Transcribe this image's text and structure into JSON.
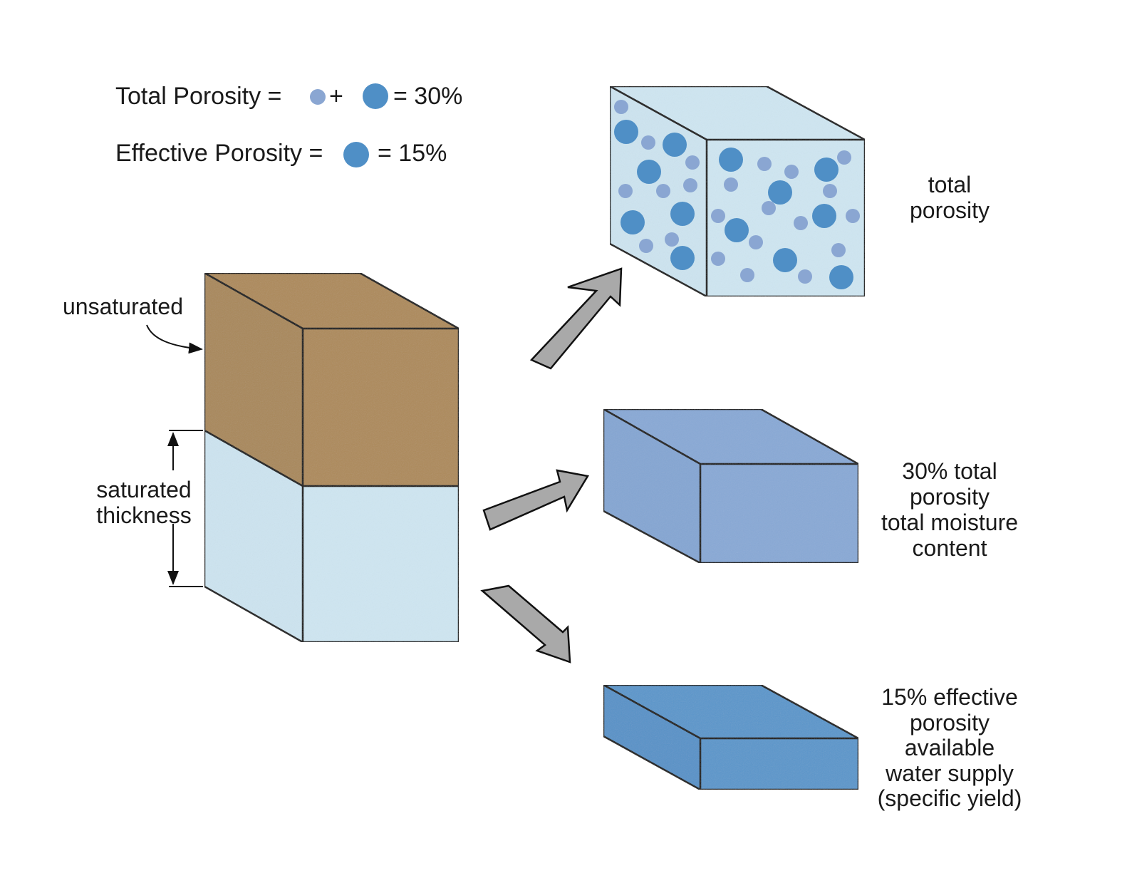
{
  "legend": {
    "total_porosity": {
      "label": "Total Porosity =",
      "plus": "+",
      "result": "= 30%",
      "symbols": [
        "small-pore-icon",
        "large-pore-icon"
      ]
    },
    "effective_porosity": {
      "label": "Effective Porosity =",
      "result": "= 15%",
      "symbols": [
        "large-pore-icon"
      ]
    }
  },
  "colors": {
    "soil_brown": "#ad8a5a",
    "water_light": "#cfe6f2",
    "small_pore": "#8aa6d2",
    "large_pore": "#4f8fc6",
    "total_moisture_block": "#86a8d6",
    "effective_block": "#5a96cb",
    "arrow_gray": "#a9a9a9",
    "outline": "#111111"
  },
  "left_block": {
    "unsaturated_label": "unsaturated",
    "saturated_label_line1": "saturated",
    "saturated_label_line2": "thickness"
  },
  "right_blocks": [
    {
      "id": "total-porosity",
      "lines": [
        "total",
        "porosity"
      ]
    },
    {
      "id": "total-moisture",
      "lines": [
        "30% total",
        "porosity",
        "total moisture",
        "content"
      ]
    },
    {
      "id": "effective-porosity",
      "lines": [
        "15% effective",
        "porosity",
        "available",
        "water supply",
        "(specific yield)"
      ]
    }
  ]
}
